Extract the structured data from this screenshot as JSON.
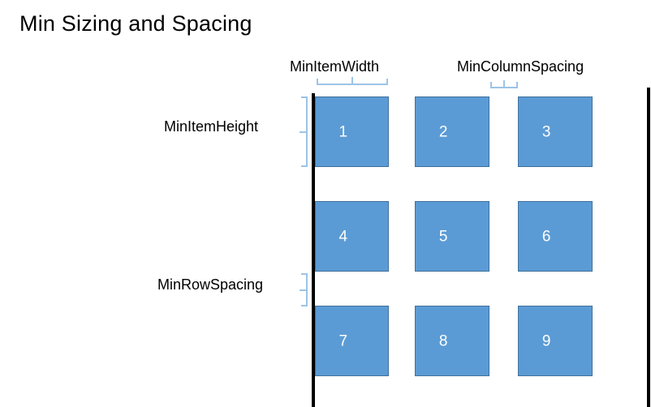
{
  "slide": {
    "title": "Min Sizing and Spacing",
    "background_color": "#FFFFFF"
  },
  "colors": {
    "item_fill": "#5B9BD5",
    "item_border": "#41719C",
    "item_text": "#FFFFFF",
    "brace": "#9DC3E6",
    "boundary_line": "#000000",
    "label_text": "#000000"
  },
  "annotations": {
    "min_item_width": "MinItemWidth",
    "min_column_spacing": "MinColumnSpacing",
    "min_item_height": "MinItemHeight",
    "min_row_spacing": "MinRowSpacing"
  },
  "grid": {
    "rows": 3,
    "columns": 3,
    "items": [
      {
        "label": "1",
        "row": 1,
        "column": 1
      },
      {
        "label": "2",
        "row": 1,
        "column": 2
      },
      {
        "label": "3",
        "row": 1,
        "column": 3
      },
      {
        "label": "4",
        "row": 2,
        "column": 1
      },
      {
        "label": "5",
        "row": 2,
        "column": 2
      },
      {
        "label": "6",
        "row": 2,
        "column": 3
      },
      {
        "label": "7",
        "row": 3,
        "column": 1
      },
      {
        "label": "8",
        "row": 3,
        "column": 2
      },
      {
        "label": "9",
        "row": 3,
        "column": 3
      }
    ]
  }
}
